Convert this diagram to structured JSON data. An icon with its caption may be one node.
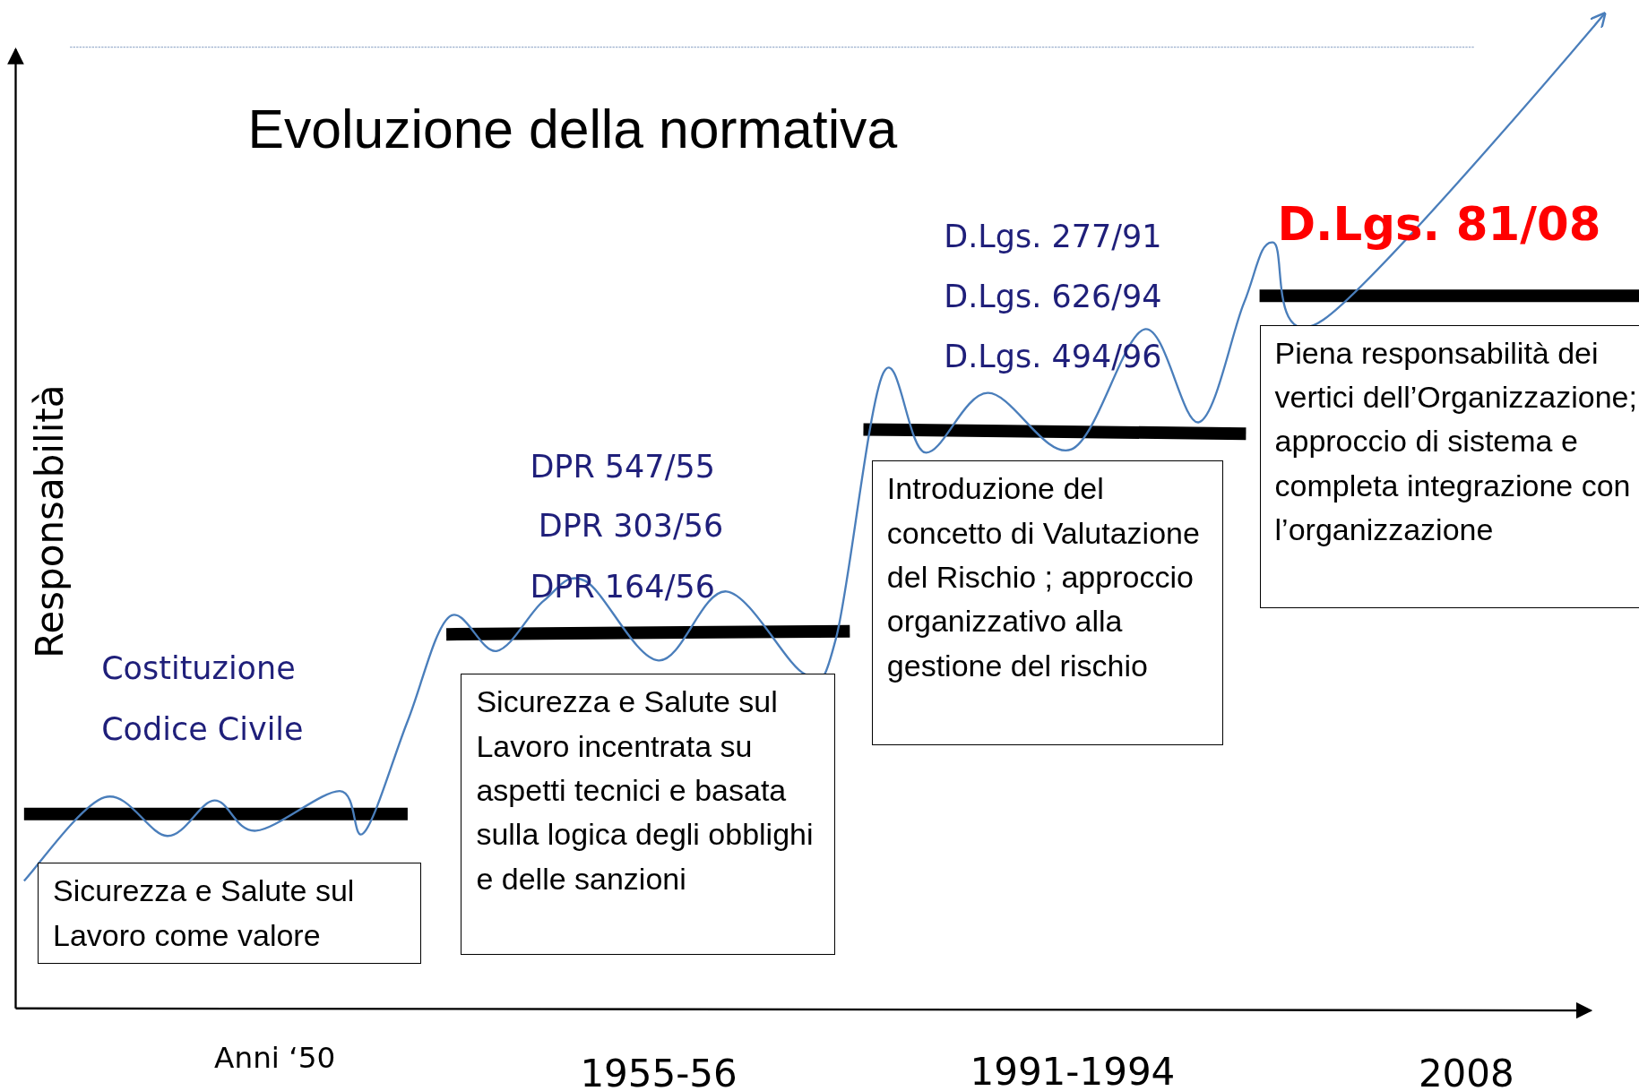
{
  "diagram": {
    "title": "Evoluzione della normativa",
    "nodes": [
      {
        "text": [
          "Sicurezza e Salute sul Lavoro  come valore"
        ]
      },
      {
        "text": [
          "Sicurezza e Salute sul Lavoro incentrata su aspetti tecnici e basata sulla logica degli obblighi e delle sanzioni"
        ]
      },
      {
        "text": [
          "Introduzione del concetto di Valutazione del Rischio ; approccio organizzativo alla gestione del rischio"
        ]
      },
      {
        "text": [
          "Piena responsabilità dei vertici dell’Organizzazione; approccio di sistema e completa integrazione con l’organizzazione"
        ]
      }
    ],
    "labels": [
      "D.Lgs. 277/91",
      "D.Lgs. 81/08",
      "D.Lgs. 626/94",
      "D.Lgs. 494/96",
      "DPR 547/55",
      "DPR 303/56",
      "DPR 164/56",
      "Responsabilità",
      "Costituzione",
      "Codice Civile",
      "Anni ‘50",
      "1955-56",
      "1991-1994",
      "2008"
    ]
  }
}
